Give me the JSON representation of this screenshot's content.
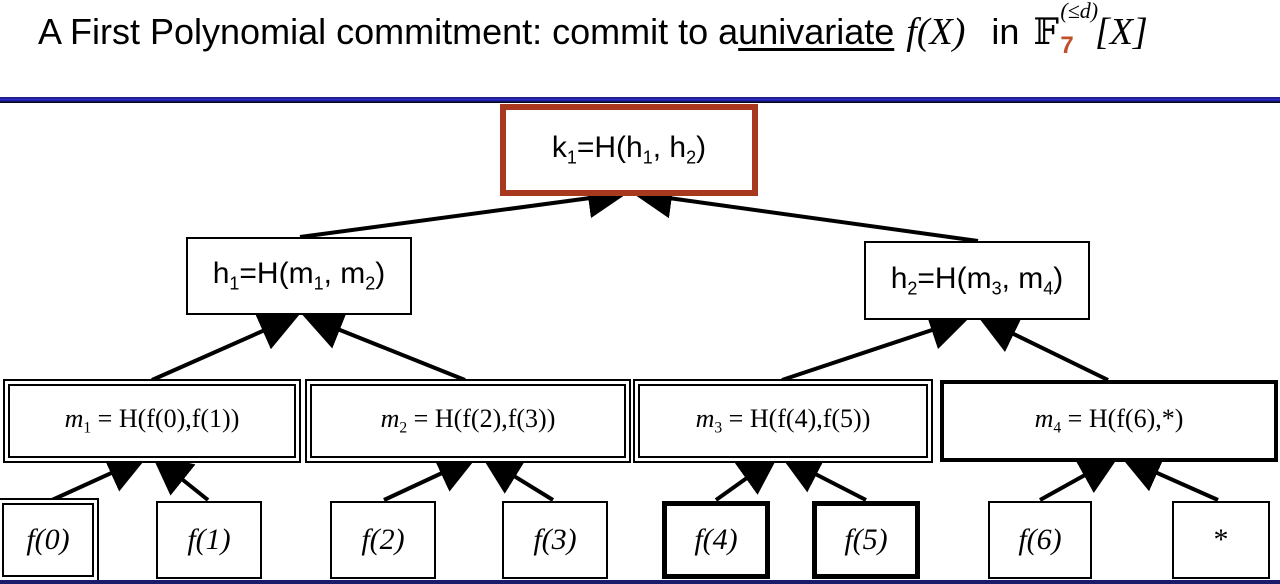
{
  "title": {
    "prefix": "A First Polynomial commitment:  commit to a ",
    "underlined": "univariate",
    "poly": "f(X)",
    "in_word": "in",
    "field_symbol": "𝔽",
    "field_sub": "7",
    "field_sup": "(≤d)",
    "var": "[X]"
  },
  "colors": {
    "root_border": "#a9391e",
    "field_subscript": "#c0502a",
    "rule": "#2b2bd0"
  },
  "root": {
    "name": "k",
    "sub": "1",
    "rest": "=H(h",
    "s1": "1",
    "comma": ", h",
    "s2": "2",
    "close": ")"
  },
  "inner": [
    {
      "name": "h",
      "sub": "1",
      "rest": "=H(m",
      "s1": "1",
      "comma": ", m",
      "s2": "2",
      "close": ")"
    },
    {
      "name": "h",
      "sub": "2",
      "rest": "=H(m",
      "s1": "3",
      "comma": ", m",
      "s2": "4",
      "close": ")"
    }
  ],
  "messages": [
    {
      "var": "m",
      "sub": "1",
      "expr": " = H(f(0),f(1))"
    },
    {
      "var": "m",
      "sub": "2",
      "expr": " = H(f(2),f(3))"
    },
    {
      "var": "m",
      "sub": "3",
      "expr": " = H(f(4),f(5))"
    },
    {
      "var": "m",
      "sub": "4",
      "expr": " = H(f(6),*)"
    }
  ],
  "leaves": [
    {
      "label": "f(0)"
    },
    {
      "label": "f(1)"
    },
    {
      "label": "f(2)"
    },
    {
      "label": "f(3)"
    },
    {
      "label": "f(4)"
    },
    {
      "label": "f(5)"
    },
    {
      "label": "f(6)"
    },
    {
      "label": "*"
    }
  ]
}
